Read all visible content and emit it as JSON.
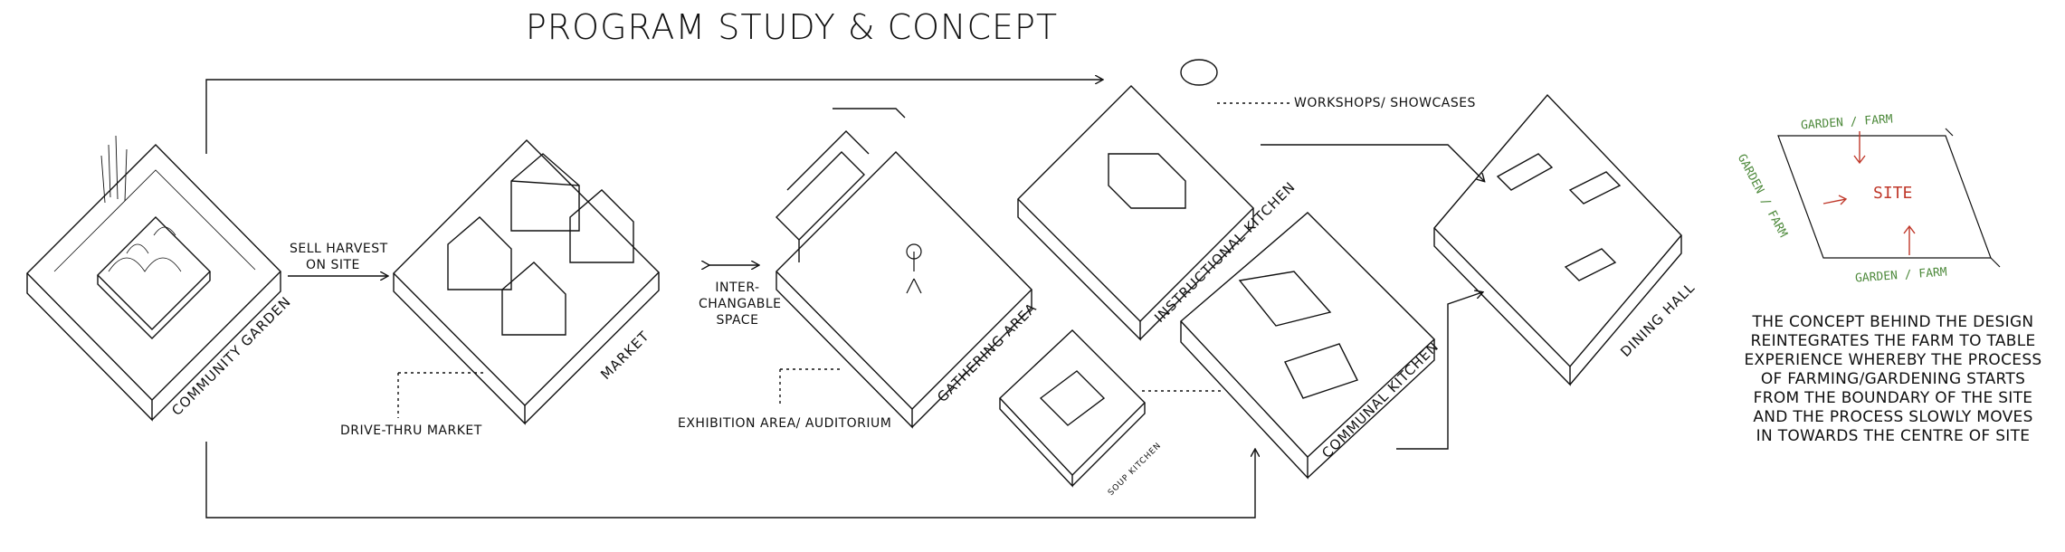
{
  "title": "PROGRAM STUDY & CONCEPT",
  "labels": {
    "community_garden": "COMMUNITY GARDEN",
    "sell_harvest": "SELL HARVEST",
    "on_site": "ON SITE",
    "market": "MARKET",
    "drive_thru": "DRIVE-THRU MARKET",
    "inter": "INTER-",
    "changable": "CHANGABLE",
    "space": "SPACE",
    "gathering": "GATHERING AREA",
    "exhibition": "EXHIBITION AREA/ AUDITORIUM",
    "instructional": "INSTRUCTIONAL KITCHEN",
    "workshops": "WORKSHOPS/ SHOWCASES",
    "communal": "COMMUNAL KITCHEN",
    "soup": "SOUP KITCHEN",
    "dining": "DINING HALL"
  },
  "concept_sketch": {
    "top": "GARDEN / FARM",
    "left": "GARDEN / FARM",
    "bottom": "GARDEN / FARM",
    "center": "SITE"
  },
  "concept_text": [
    "THE CONCEPT BEHIND THE DESIGN",
    "REINTEGRATES THE FARM TO TABLE",
    "EXPERIENCE WHEREBY THE PROCESS",
    "OF FARMING/GARDENING STARTS",
    "FROM THE BOUNDARY OF THE SITE",
    "AND THE PROCESS SLOWLY MOVES",
    "IN TOWARDS THE CENTRE OF SITE"
  ],
  "colors": {
    "ink": "#111111",
    "sketch_green": "#4e8a3c",
    "sketch_red": "#c0392b"
  }
}
